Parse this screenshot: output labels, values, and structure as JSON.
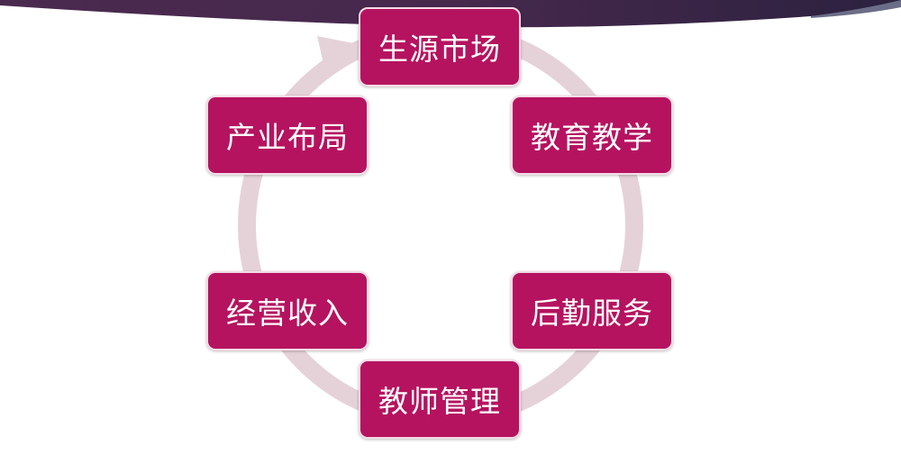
{
  "colors": {
    "node_fill": "#b5135f",
    "ring": "#e5d2d8",
    "banner": "#3f2447"
  },
  "nodes": [
    {
      "id": "source-market",
      "label": "生源市场"
    },
    {
      "id": "teaching",
      "label": "教育教学"
    },
    {
      "id": "logistics",
      "label": "后勤服务"
    },
    {
      "id": "teacher-management",
      "label": "教师管理"
    },
    {
      "id": "operating-income",
      "label": "经营收入"
    },
    {
      "id": "industry-layout",
      "label": "产业布局"
    }
  ]
}
